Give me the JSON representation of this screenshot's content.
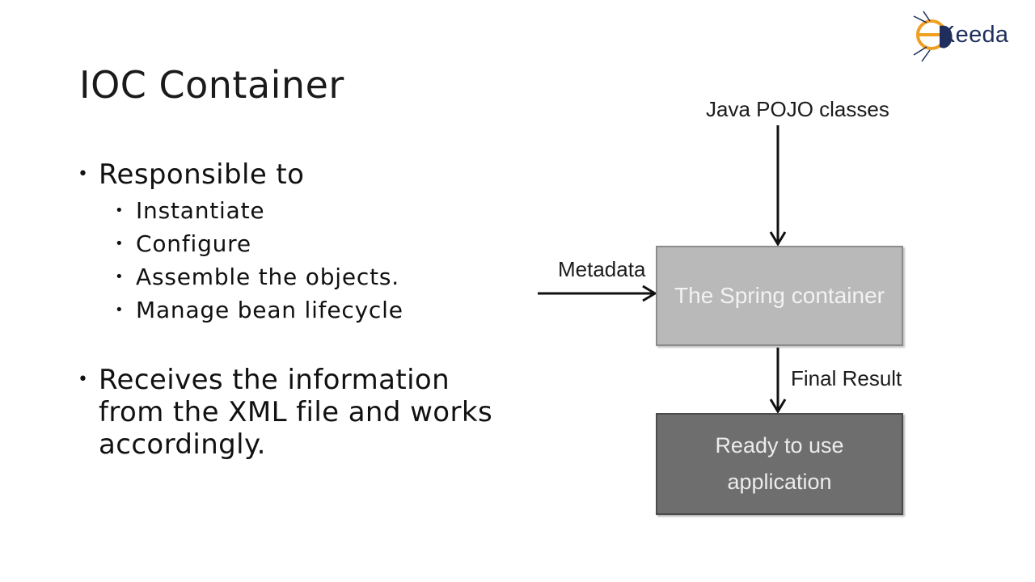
{
  "logo": {
    "text": "Keeda",
    "icon": "e-keeda-logo-icon",
    "accent": "#f0a020",
    "brand": "#1f2e5c"
  },
  "slide": {
    "title": "IOC Container",
    "bullets": [
      {
        "text": "Responsible to",
        "subitems": [
          "Instantiate",
          "Configure",
          "Assemble the objects.",
          "Manage bean lifecycle"
        ]
      },
      {
        "text": "Receives the information from the XML file and works accordingly."
      }
    ]
  },
  "diagram": {
    "top_label": "Java POJO classes",
    "left_label": "Metadata",
    "container_box": "The Spring container",
    "arrow_label": "Final Result",
    "result_box_line1": "Ready to use",
    "result_box_line2": "application",
    "colors": {
      "container_fill": "#b9b9b9",
      "result_fill": "#6e6e6e"
    }
  }
}
